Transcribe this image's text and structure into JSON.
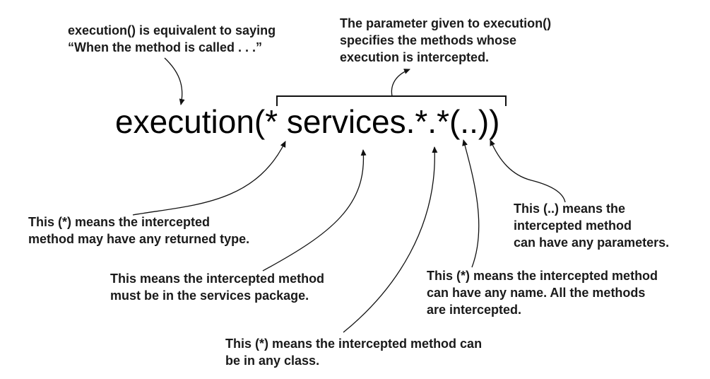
{
  "expression": "execution(* services.*.*(..))",
  "notes": {
    "execution": [
      "execution() is equivalent to saying",
      "“When the method is called . . .”"
    ],
    "parameter": [
      "The parameter given to execution()",
      "specifies the methods whose",
      "execution is intercepted."
    ],
    "return_type": [
      "This (*) means the intercepted",
      "method may have any returned type."
    ],
    "package": [
      "This means the intercepted method",
      "must be in the services package."
    ],
    "class": [
      "This (*) means the intercepted method can",
      "be in any class."
    ],
    "method_name": [
      "This (*) means the intercepted method",
      "can have any name. All the methods",
      "are intercepted."
    ],
    "parameters": [
      "This (..) means the",
      "intercepted method",
      "can have any parameters."
    ]
  }
}
